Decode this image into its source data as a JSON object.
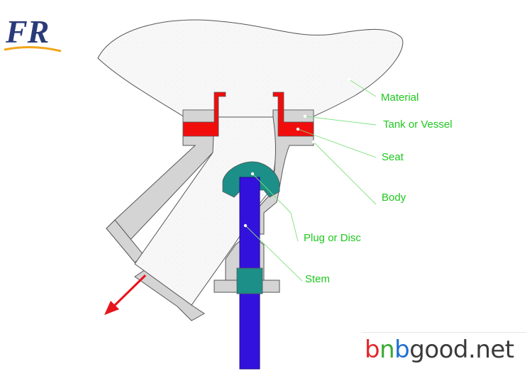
{
  "logo": {
    "text": "FR",
    "colors": {
      "letters": "#2b3a7a",
      "swoosh": "#f2a51a"
    }
  },
  "diagram": {
    "callouts": [
      {
        "id": "material",
        "label": "Material"
      },
      {
        "id": "tank",
        "label": "Tank or Vessel"
      },
      {
        "id": "seat",
        "label": "Seat"
      },
      {
        "id": "body",
        "label": "Body"
      },
      {
        "id": "plug",
        "label": "Plug or Disc"
      },
      {
        "id": "stem",
        "label": "Stem"
      }
    ],
    "colors": {
      "label": "#1ec81e",
      "seat": "#f20d0d",
      "body": "#d4d4d4",
      "material": "#f7f7f7",
      "plug": "#1b8f88",
      "stem": "#3311dd",
      "flow_arrow": "#e8141c"
    }
  },
  "watermark": {
    "parts": [
      {
        "text": "b",
        "color": "#e3262b"
      },
      {
        "text": "n",
        "color": "#39a935"
      },
      {
        "text": "b",
        "color": "#1f6fd1"
      },
      {
        "text": "good.net",
        "color": "#3a3a3a"
      }
    ]
  }
}
